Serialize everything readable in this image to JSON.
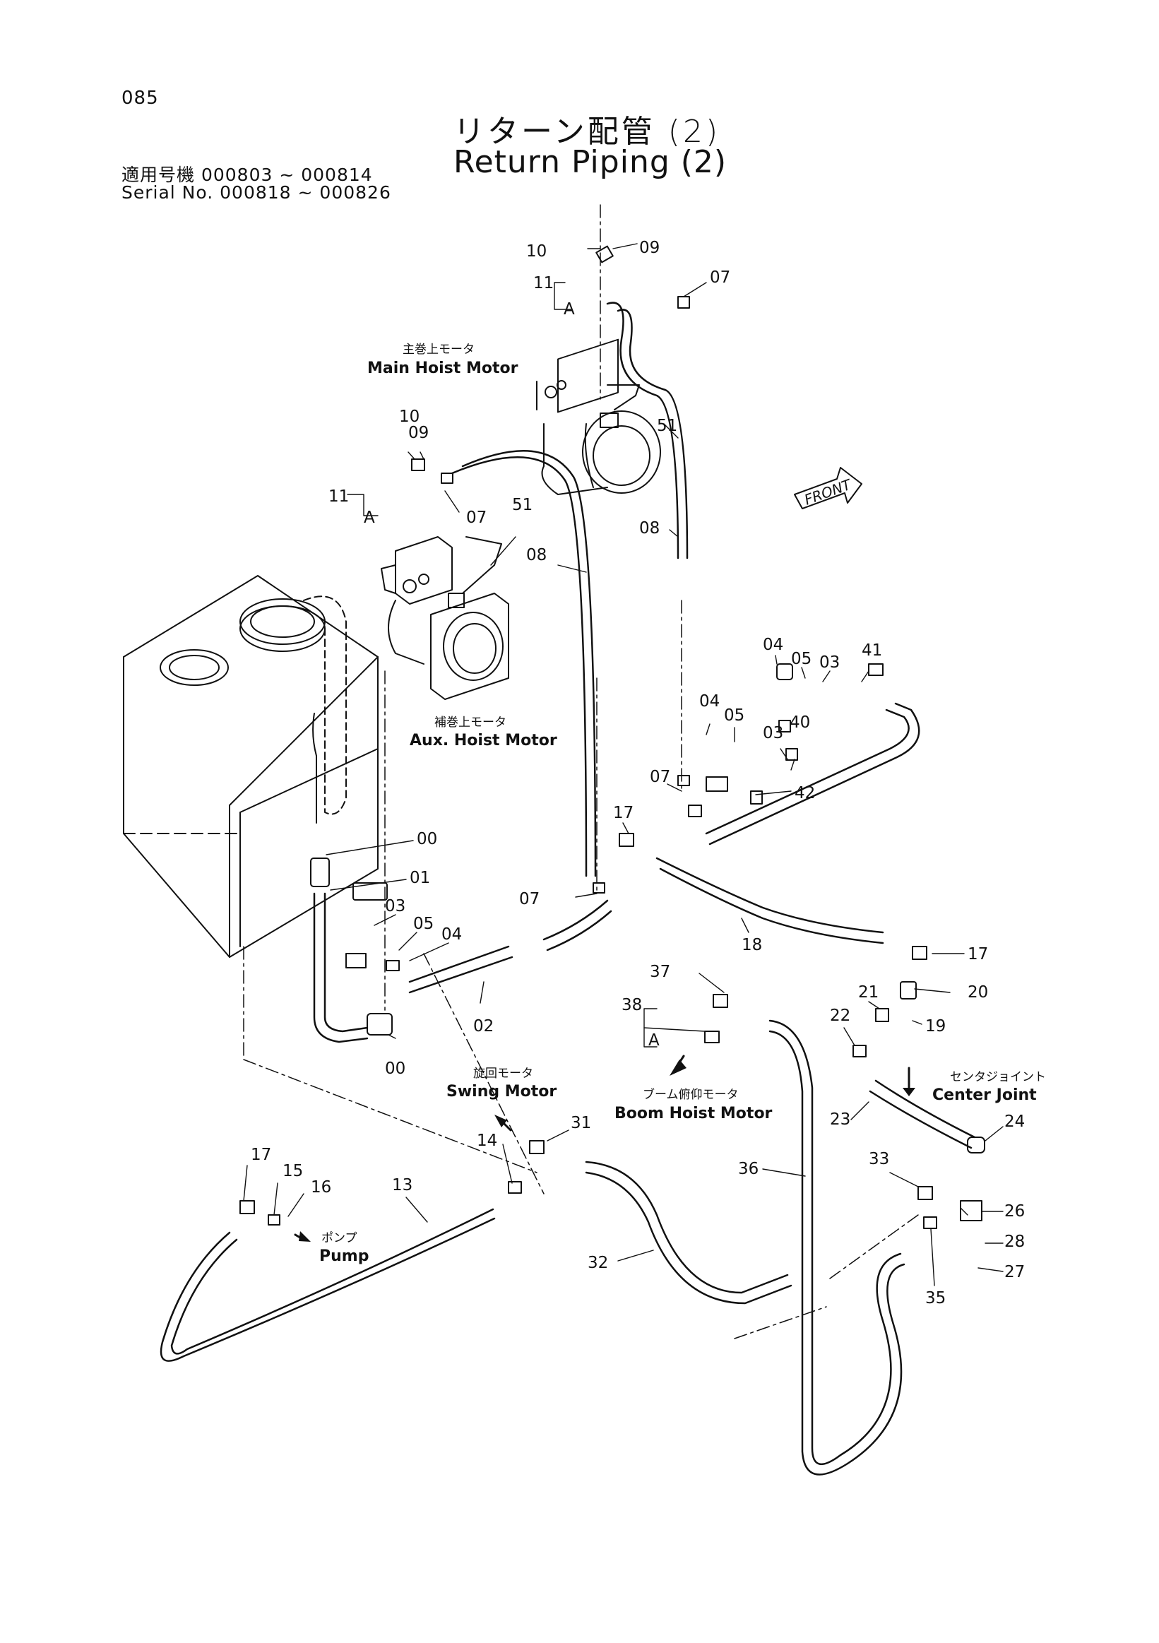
{
  "page_number": "085",
  "title_ja": "リターン配管 (2)",
  "title_en": "Return Piping (2)",
  "serial_line1": "適用号機  000803 ~ 000814",
  "serial_line2": "Serial No.  000818 ~ 000826",
  "front_label": "FRONT",
  "components": {
    "main_hoist_ja": "主巻上モータ",
    "main_hoist_en": "Main Hoist Motor",
    "aux_hoist_ja": "補巻上モータ",
    "aux_hoist_en": "Aux. Hoist Motor",
    "swing_ja": "旋回モータ",
    "swing_en": "Swing Motor",
    "boom_hoist_ja": "ブーム俯仰モータ",
    "boom_hoist_en": "Boom Hoist Motor",
    "center_joint_ja": "センタジョイント",
    "center_joint_en": "Center Joint",
    "pump_ja": "ポンプ",
    "pump_en": "Pump"
  },
  "detail_letter": "A",
  "part_numbers": [
    "10",
    "09",
    "11",
    "07",
    "51",
    "08",
    "10",
    "09",
    "11",
    "07",
    "51",
    "08",
    "04",
    "05",
    "03",
    "41",
    "04",
    "05",
    "03",
    "40",
    "07",
    "42",
    "17",
    "00",
    "01",
    "03",
    "05",
    "04",
    "07",
    "18",
    "17",
    "02",
    "00",
    "37",
    "38",
    "21",
    "20",
    "22",
    "19",
    "23",
    "24",
    "31",
    "14",
    "33",
    "26",
    "28",
    "27",
    "35",
    "36",
    "17",
    "15",
    "16",
    "13",
    "32"
  ]
}
